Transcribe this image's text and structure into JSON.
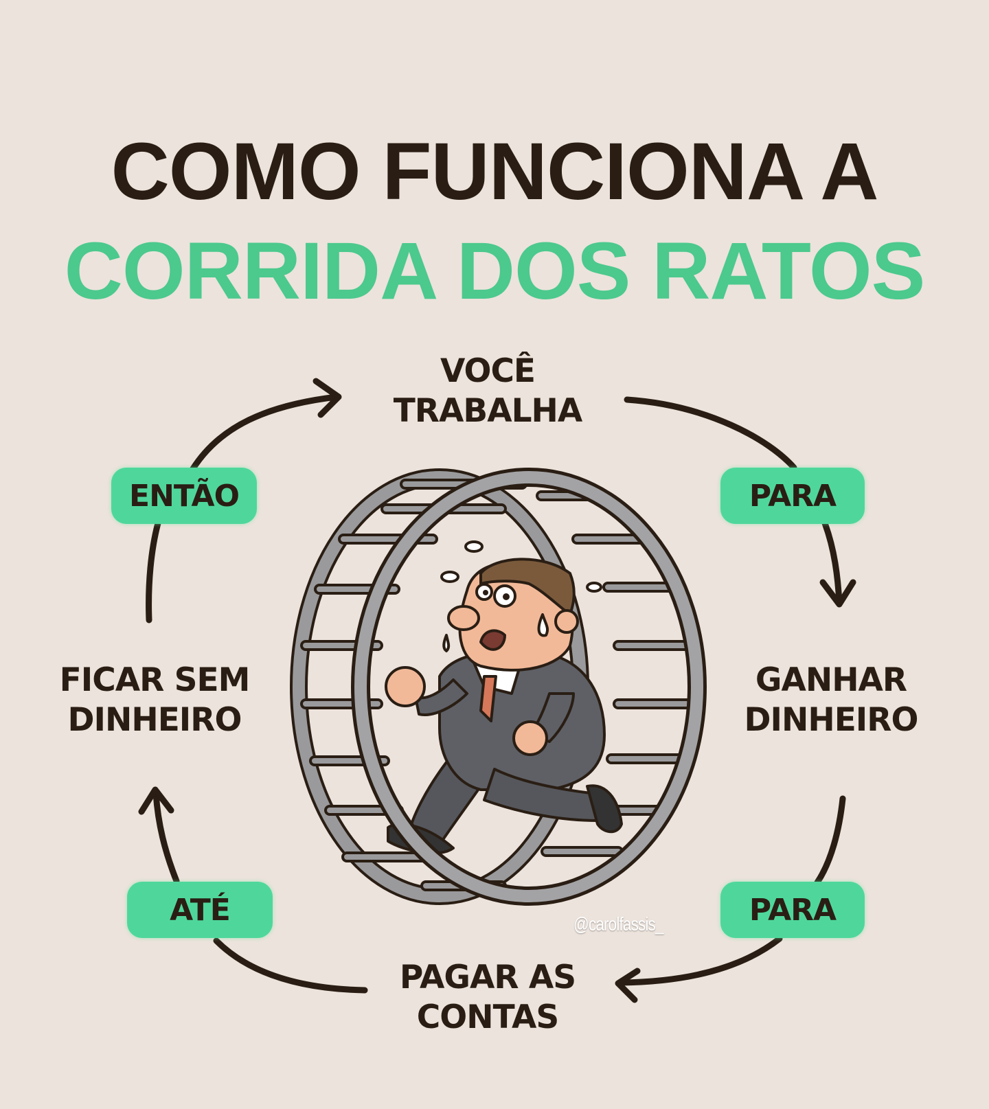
{
  "title": {
    "line1": "COMO FUNCIONA A",
    "line2": "CORRIDA DOS RATOS"
  },
  "cycle": {
    "steps": [
      {
        "id": "top",
        "lines": [
          "VOCÊ",
          "TRABALHA"
        ]
      },
      {
        "id": "right",
        "lines": [
          "GANHAR",
          "DINHEIRO"
        ]
      },
      {
        "id": "bottom",
        "lines": [
          "PAGAR AS",
          "CONTAS"
        ]
      },
      {
        "id": "left",
        "lines": [
          "FICAR SEM",
          "DINHEIRO"
        ]
      }
    ],
    "connectors": [
      {
        "id": "top-right",
        "label": "PARA"
      },
      {
        "id": "bottom-right",
        "label": "PARA"
      },
      {
        "id": "bottom-left",
        "label": "ATÉ"
      },
      {
        "id": "top-left",
        "label": "ENTÃO"
      }
    ]
  },
  "illustration": {
    "subject": "businessman-running-in-hamster-wheel"
  },
  "watermark": "@carolfassis_",
  "colors": {
    "background": "#ece3dc",
    "text_dark": "#2a1e14",
    "accent_green": "#4cc98d",
    "badge_green": "#4fd79b"
  }
}
